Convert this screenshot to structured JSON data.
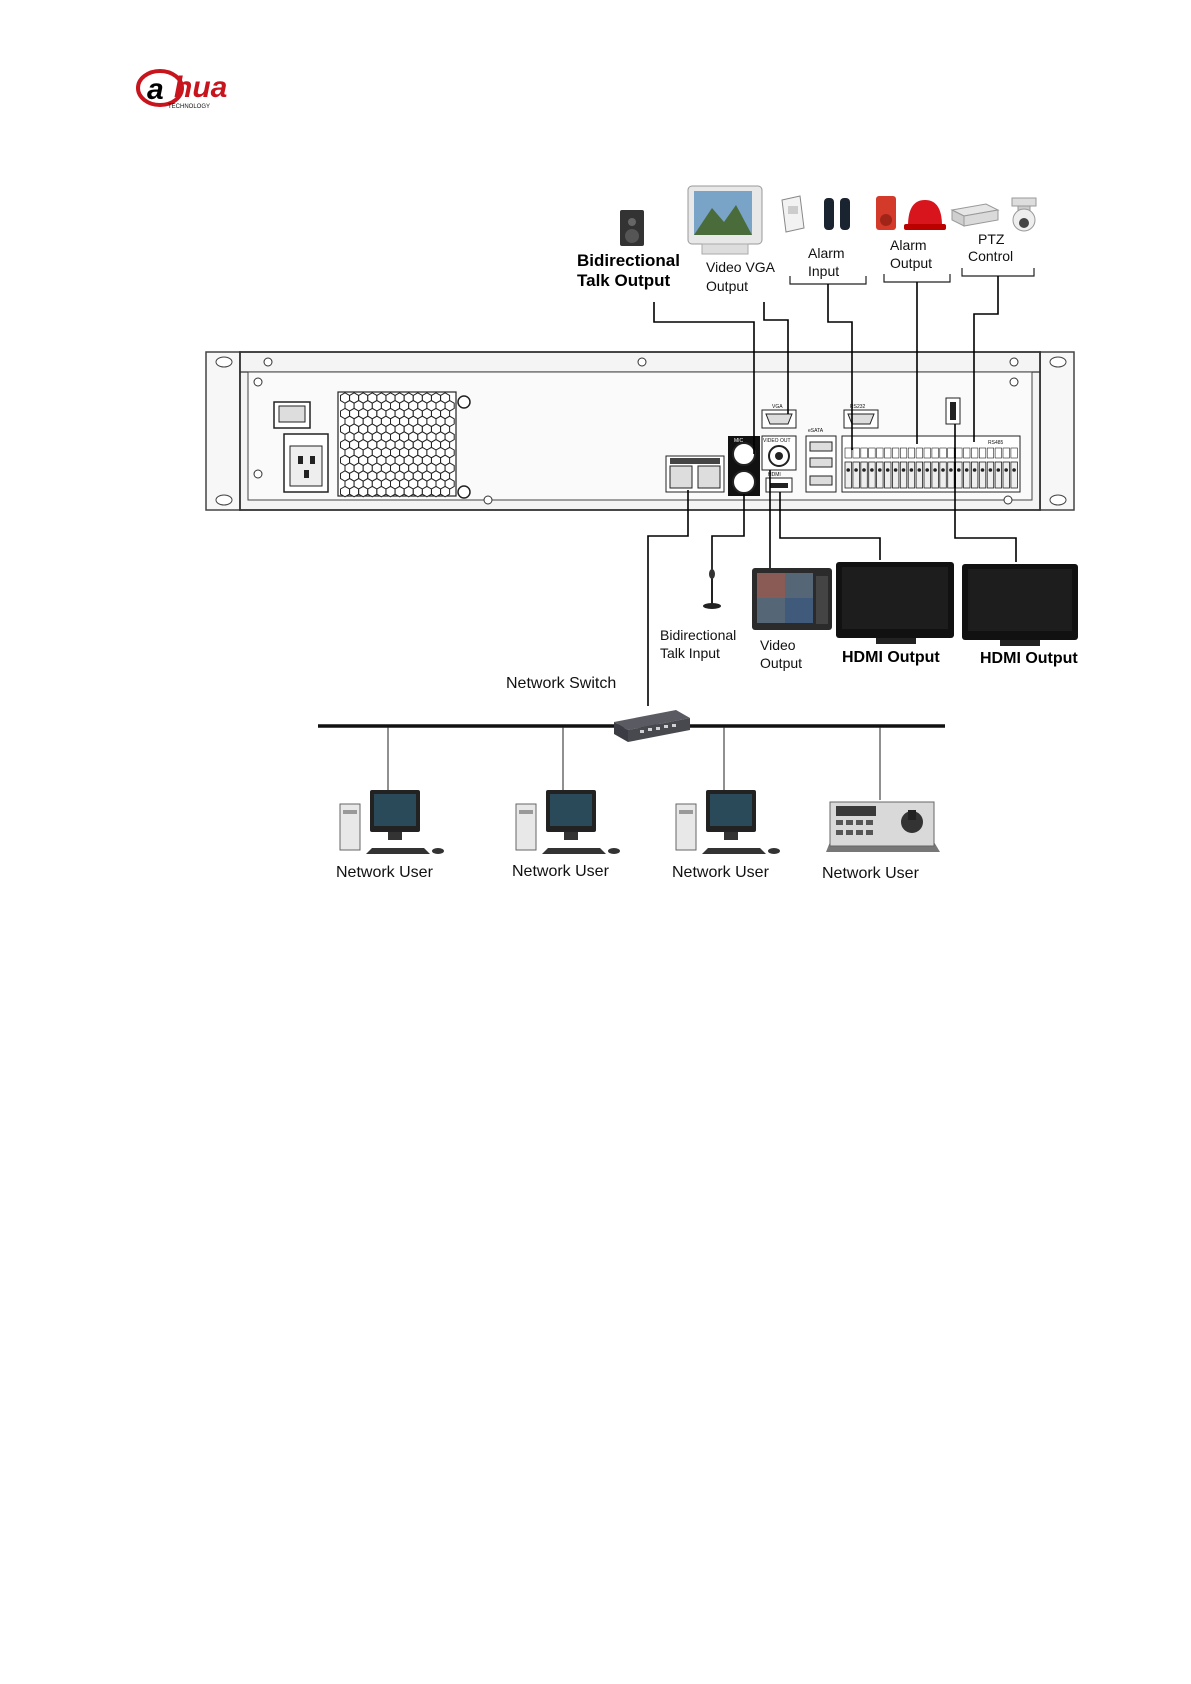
{
  "brand": {
    "logo_mark": "a",
    "logo_name": "hua",
    "logo_sub": "TECHNOLOGY",
    "color": "#c8141c"
  },
  "labels": {
    "bidirectional_talk_output": [
      "Bidirectional",
      "Talk Output"
    ],
    "video_vga_output": [
      "Video VGA",
      "Output"
    ],
    "alarm_input": [
      "Alarm",
      "Input"
    ],
    "alarm_output": [
      "Alarm",
      "Output"
    ],
    "ptz_control": [
      "PTZ",
      "Control"
    ],
    "bidirectional_talk_input": [
      "Bidirectional",
      "Talk Input"
    ],
    "video_output": [
      "Video",
      "Output"
    ],
    "hdmi_output_1": "HDMI Output",
    "hdmi_output_2": "HDMI Output",
    "network_switch": "Network Switch",
    "network_users": [
      "Network User",
      "Network User",
      "Network User",
      "Network User"
    ]
  },
  "ports": {
    "vga": "VGA",
    "rs232": "RS232",
    "mic": "MIC",
    "video_out": "VIDEO OUT",
    "hdmi": "HDMI",
    "esata": "eSATA",
    "rs485": "RS485"
  },
  "icons": [
    "speaker-icon",
    "crt-monitor-icon",
    "pir-sensor-icon",
    "beam-detector-icon",
    "siren-icon",
    "alarm-light-icon",
    "ptz-decoder-icon",
    "speed-dome-icon",
    "microphone-icon",
    "cctv-monitor-icon",
    "lcd-tv-icon",
    "network-switch-icon",
    "desktop-computer-icon",
    "ptz-keyboard-icon"
  ],
  "colors": {
    "accent": "#c8141c",
    "wire": "#000000",
    "chassis": "#f4f4f4"
  }
}
